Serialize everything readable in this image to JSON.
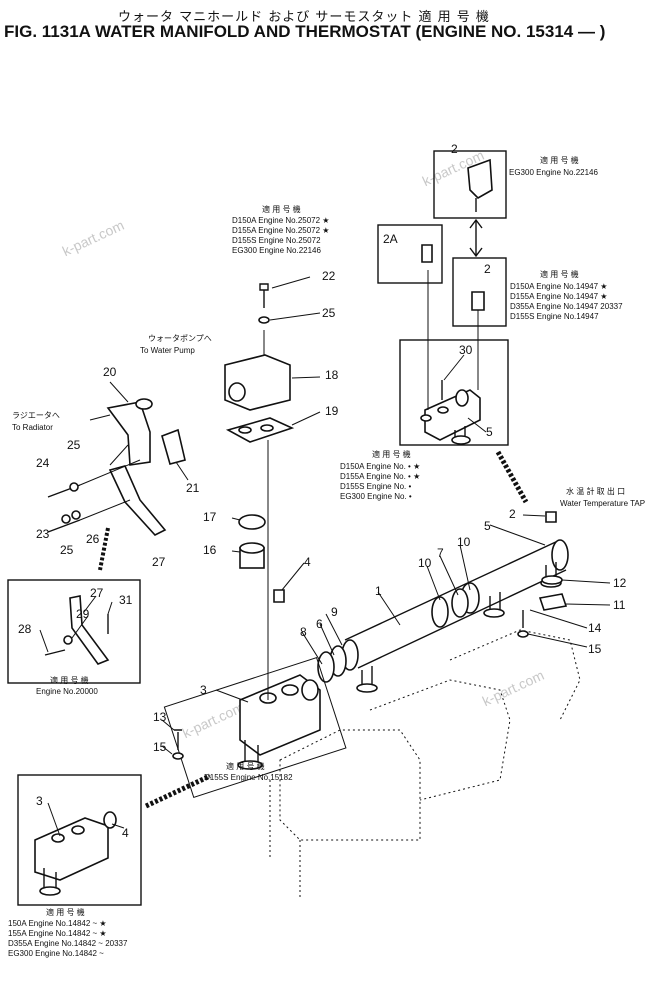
{
  "title": {
    "japanese": "ウォータ マニホールド および サーモスタット 適 用 号 機",
    "english": "FIG. 1131A  WATER MANIFOLD AND THERMOSTAT (ENGINE NO. 15314 — )"
  },
  "watermark": "k-part.com",
  "labels": {
    "to_water_pump_jp": "ウォータポンプへ",
    "to_water_pump": "To Water Pump",
    "to_radiator_jp": "ラジエータへ",
    "to_radiator": "To Radiator",
    "temp_tap_jp": "水 温 計 取 出 口",
    "temp_tap": "Water Temperature TAP"
  },
  "applicability_header": "適 用 号 機",
  "notes": {
    "top_right": [
      "EG300 Engine No.22146"
    ],
    "left_upper": [
      "D150A Engine No.25072 ★",
      "D155A Engine No.25072 ★",
      "D155S Engine No.25072",
      "EG300 Engine No.22146"
    ],
    "right_mid": [
      "D150A Engine No.14947 ★",
      "D155A Engine No.14947 ★",
      "D355A Engine No.14947  20337",
      "D155S Engine No.14947"
    ],
    "mid_left": [
      "D150A Engine No.  •  ★",
      "D155A Engine No.  •  ★",
      "D155S Engine No.  •",
      "EG300 Engine No.  •"
    ],
    "box_left": [
      "Engine No.20000"
    ],
    "center_bottom": [
      "D155S Engine No.15182"
    ],
    "bottom_left": [
      "150A  Engine No.14842 ~ ★",
      "155A  Engine No.14842 ~ ★",
      "D355A Engine No.14842 ~ 20337",
      "EG300 Engine No.14842 ~"
    ]
  },
  "callouts": {
    "c2_top": "2",
    "c2a": "2A",
    "c2_box": "2",
    "c22": "22",
    "c25a": "25",
    "c30": "30",
    "c18": "18",
    "c19": "19",
    "c20": "20",
    "c5a": "5",
    "c25b": "25",
    "c24": "24",
    "c21": "21",
    "c2_tap": "2",
    "c17": "17",
    "c23": "23",
    "c25c": "25",
    "c26": "26",
    "c27a": "27",
    "c16": "16",
    "c4a": "4",
    "c10a": "10",
    "c7": "7",
    "c10b": "10",
    "c5b": "5",
    "c12": "12",
    "c11": "11",
    "c1": "1",
    "c27b": "27",
    "c31": "31",
    "c29": "29",
    "c28": "28",
    "c9": "9",
    "c6": "6",
    "c8": "8",
    "c14": "14",
    "c15a": "15",
    "c3a": "3",
    "c13": "13",
    "c15b": "15",
    "c3b": "3",
    "c4b": "4"
  }
}
